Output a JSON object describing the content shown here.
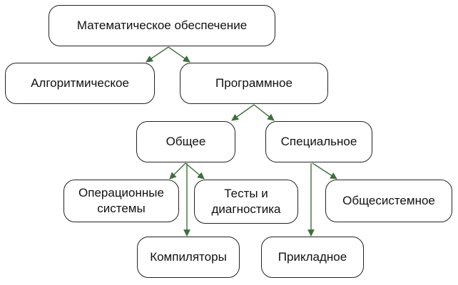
{
  "diagram": {
    "colors": {
      "node_border": "#222222",
      "node_fill": "#ffffff",
      "text": "#111111",
      "edge": "#3e6e3e"
    },
    "nodes": {
      "math": "Математическое обеспечение",
      "algo": "Алгоритмическое",
      "prog": "Программное",
      "general": "Общее",
      "special": "Специальное",
      "os": "Операционные\nсистемы",
      "tests": "Тесты и\nдиагностика",
      "compilers": "Компиляторы",
      "syswide": "Общесистемное",
      "applied": "Прикладное"
    },
    "edges": [
      {
        "from": "math",
        "to": "algo"
      },
      {
        "from": "math",
        "to": "prog"
      },
      {
        "from": "prog",
        "to": "general"
      },
      {
        "from": "prog",
        "to": "special"
      },
      {
        "from": "general",
        "to": "os"
      },
      {
        "from": "general",
        "to": "tests"
      },
      {
        "from": "general",
        "to": "compilers"
      },
      {
        "from": "special",
        "to": "syswide"
      },
      {
        "from": "special",
        "to": "applied"
      }
    ]
  }
}
